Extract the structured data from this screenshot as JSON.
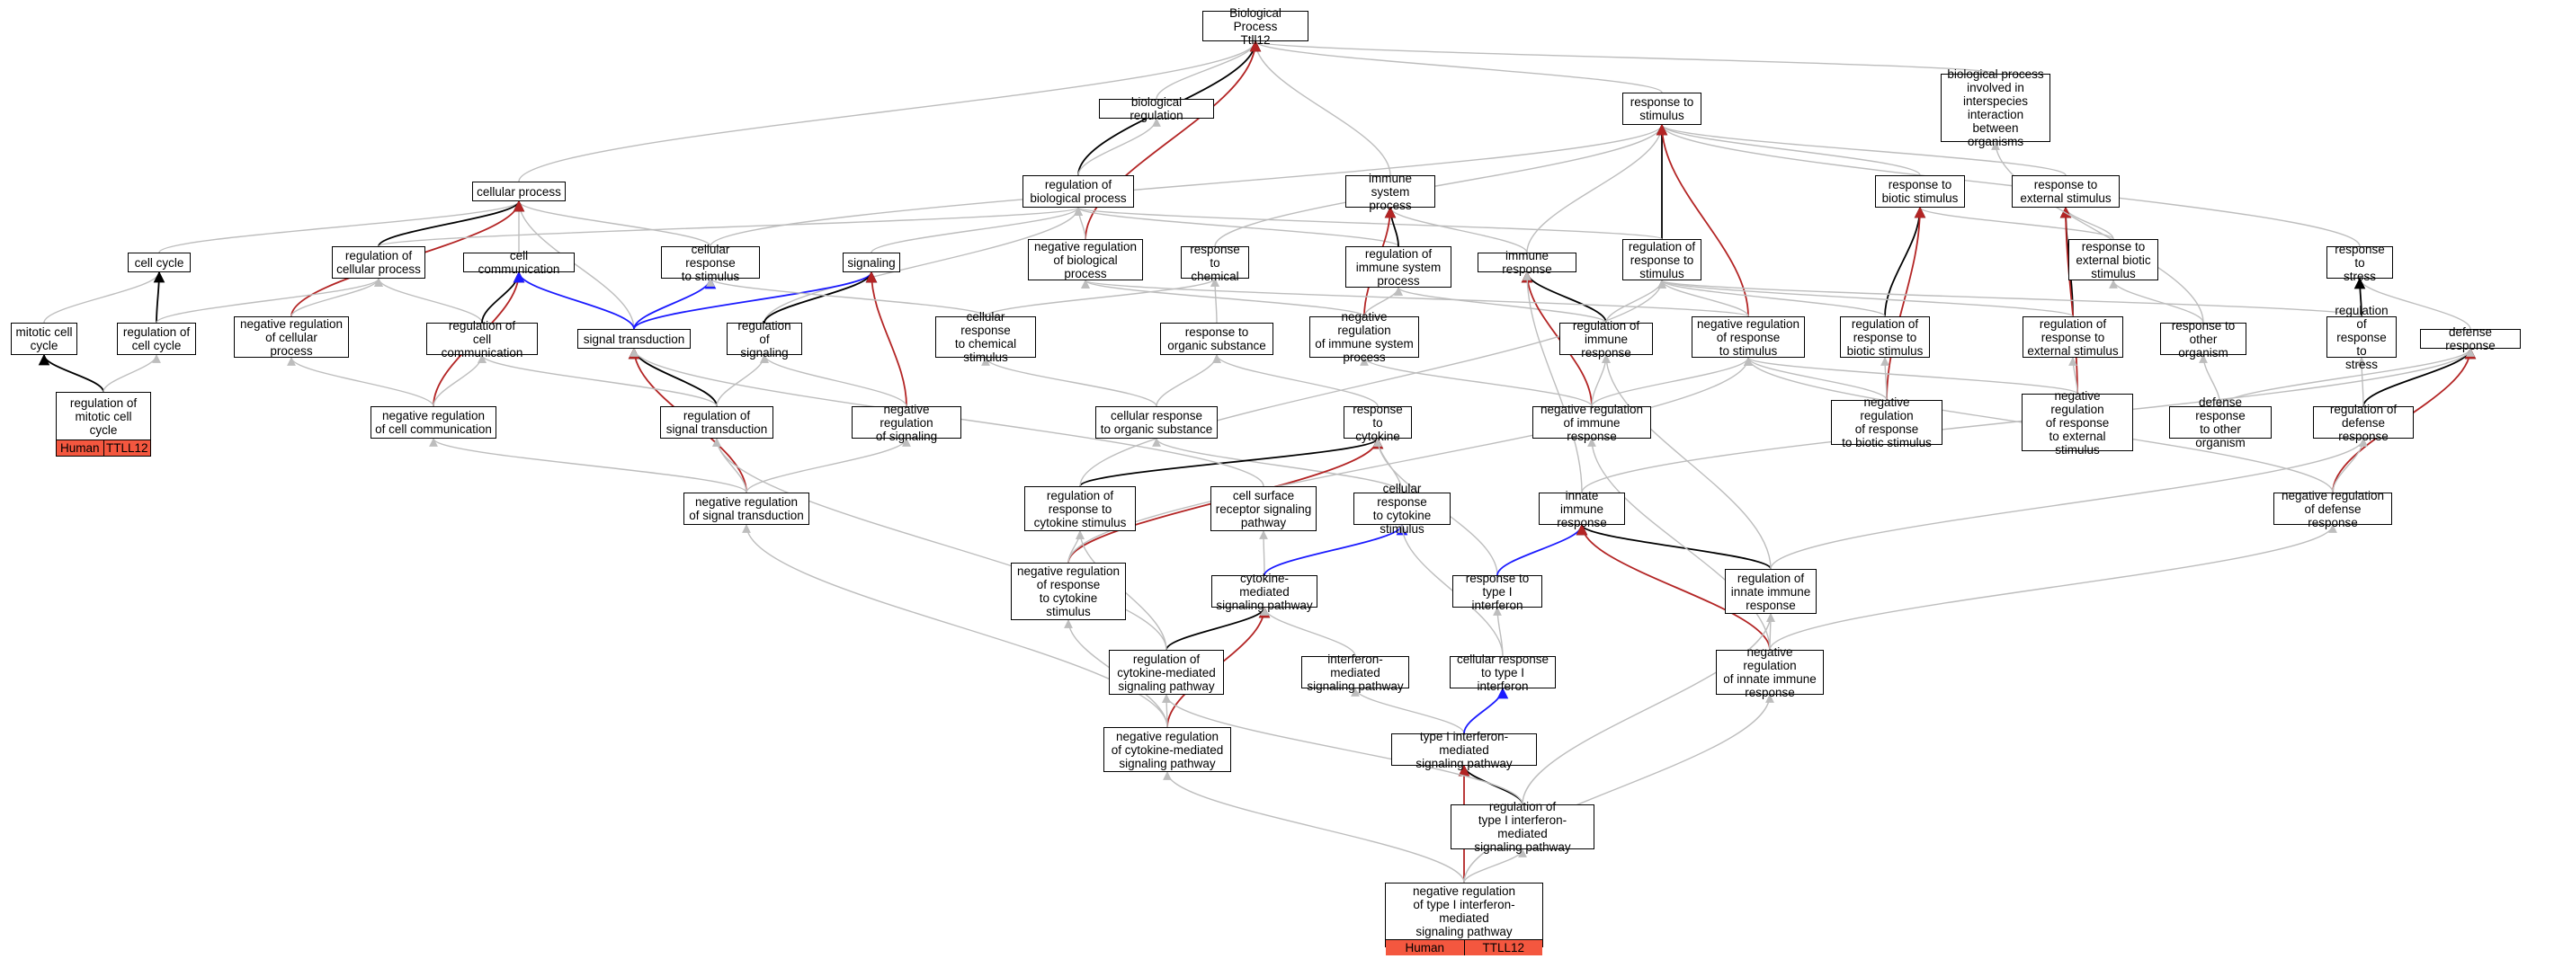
{
  "colors": {
    "is_a": "#bdbdbd",
    "part_of": "#000000",
    "regulates": "#000000",
    "positively_regulates": "#1a1aff",
    "negatively_regulates": "#b32424",
    "annotation_tag": "#f4573f"
  },
  "nodes": [
    {
      "id": "bp",
      "lines": [
        "Biological Process",
        "Ttll12"
      ]
    },
    {
      "id": "bioreg",
      "lines": [
        "biological regulation"
      ]
    },
    {
      "id": "rstim",
      "lines": [
        "response to",
        "stimulus"
      ]
    },
    {
      "id": "interspecies",
      "lines": [
        "biological process",
        "involved in",
        "interspecies",
        "interaction",
        "between organisms"
      ]
    },
    {
      "id": "cellproc",
      "lines": [
        "cellular process"
      ]
    },
    {
      "id": "regbio",
      "lines": [
        "regulation of",
        "biological process"
      ]
    },
    {
      "id": "immsys",
      "lines": [
        "immune system",
        "process"
      ]
    },
    {
      "id": "rbiotic",
      "lines": [
        "response to",
        "biotic stimulus"
      ]
    },
    {
      "id": "rext",
      "lines": [
        "response to",
        "external stimulus"
      ]
    },
    {
      "id": "cellcycle",
      "lines": [
        "cell cycle"
      ]
    },
    {
      "id": "regcellproc",
      "lines": [
        "regulation of",
        "cellular process"
      ]
    },
    {
      "id": "cellcomm",
      "lines": [
        "cell communication"
      ]
    },
    {
      "id": "cellrstim",
      "lines": [
        "cellular response",
        "to stimulus"
      ]
    },
    {
      "id": "signaling",
      "lines": [
        "signaling"
      ]
    },
    {
      "id": "negregbio",
      "lines": [
        "negative regulation",
        "of biological",
        "process"
      ]
    },
    {
      "id": "rchem",
      "lines": [
        "response to",
        "chemical"
      ]
    },
    {
      "id": "regimmsys",
      "lines": [
        "regulation of",
        "immune system",
        "process"
      ]
    },
    {
      "id": "immresp",
      "lines": [
        "immune response"
      ]
    },
    {
      "id": "regrstim",
      "lines": [
        "regulation of",
        "response to",
        "stimulus"
      ]
    },
    {
      "id": "rextbiotic",
      "lines": [
        "response to",
        "external biotic",
        "stimulus"
      ]
    },
    {
      "id": "rstress",
      "lines": [
        "response to",
        "stress"
      ]
    },
    {
      "id": "mitotic",
      "lines": [
        "mitotic cell",
        "cycle"
      ]
    },
    {
      "id": "regcellcycle",
      "lines": [
        "regulation of",
        "cell cycle"
      ]
    },
    {
      "id": "negregcellproc",
      "lines": [
        "negative regulation",
        "of cellular",
        "process"
      ]
    },
    {
      "id": "regcellcomm",
      "lines": [
        "regulation of",
        "cell communication"
      ]
    },
    {
      "id": "sigtrans",
      "lines": [
        "signal transduction"
      ]
    },
    {
      "id": "regsig",
      "lines": [
        "regulation of",
        "signaling"
      ]
    },
    {
      "id": "cellrchem",
      "lines": [
        "cellular response",
        "to chemical",
        "stimulus"
      ]
    },
    {
      "id": "rorgsub",
      "lines": [
        "response to",
        "organic substance"
      ]
    },
    {
      "id": "negregimmsys",
      "lines": [
        "negative regulation",
        "of immune system",
        "process"
      ]
    },
    {
      "id": "regimmresp",
      "lines": [
        "regulation of",
        "immune response"
      ]
    },
    {
      "id": "negregrstim",
      "lines": [
        "negative regulation",
        "of response",
        "to stimulus"
      ]
    },
    {
      "id": "regrbiotic",
      "lines": [
        "regulation of",
        "response to",
        "biotic stimulus"
      ]
    },
    {
      "id": "regrext",
      "lines": [
        "regulation of",
        "response to",
        "external stimulus"
      ]
    },
    {
      "id": "rotherorg",
      "lines": [
        "response to",
        "other organism"
      ]
    },
    {
      "id": "regrstress",
      "lines": [
        "regulation of",
        "response to",
        "stress"
      ]
    },
    {
      "id": "defresp",
      "lines": [
        "defense response"
      ]
    },
    {
      "id": "regmitotic",
      "lines": [
        "regulation of",
        "mitotic cell",
        "cycle"
      ],
      "tags": [
        "Human",
        "TTLL12"
      ]
    },
    {
      "id": "negregcellcomm",
      "lines": [
        "negative regulation",
        "of cell communication"
      ]
    },
    {
      "id": "regsigtrans",
      "lines": [
        "regulation of",
        "signal transduction"
      ]
    },
    {
      "id": "negregsig",
      "lines": [
        "negative regulation",
        "of signaling"
      ]
    },
    {
      "id": "cellrorgsub",
      "lines": [
        "cellular response",
        "to organic substance"
      ]
    },
    {
      "id": "rcytokine",
      "lines": [
        "response to",
        "cytokine"
      ]
    },
    {
      "id": "negregimmresp",
      "lines": [
        "negative regulation",
        "of immune response"
      ]
    },
    {
      "id": "negregrbiotic",
      "lines": [
        "negative regulation",
        "of response",
        "to biotic stimulus"
      ]
    },
    {
      "id": "negregrext",
      "lines": [
        "negative regulation",
        "of response",
        "to external",
        "stimulus"
      ]
    },
    {
      "id": "defrotherorg",
      "lines": [
        "defense response",
        "to other organism"
      ]
    },
    {
      "id": "regdefresp",
      "lines": [
        "regulation of",
        "defense response"
      ]
    },
    {
      "id": "negregsigtrans",
      "lines": [
        "negative regulation",
        "of signal transduction"
      ]
    },
    {
      "id": "regrcytokine",
      "lines": [
        "regulation of",
        "response to",
        "cytokine stimulus"
      ]
    },
    {
      "id": "cellsurface",
      "lines": [
        "cell surface",
        "receptor signaling",
        "pathway"
      ]
    },
    {
      "id": "cellrcytokine",
      "lines": [
        "cellular response",
        "to cytokine",
        "stimulus"
      ]
    },
    {
      "id": "innate",
      "lines": [
        "innate immune",
        "response"
      ]
    },
    {
      "id": "negregdefresp",
      "lines": [
        "negative regulation",
        "of defense response"
      ]
    },
    {
      "id": "negregrcytokine",
      "lines": [
        "negative regulation",
        "of response",
        "to cytokine",
        "stimulus"
      ]
    },
    {
      "id": "cytosig",
      "lines": [
        "cytokine-mediated",
        "signaling pathway"
      ]
    },
    {
      "id": "rtype1",
      "lines": [
        "response to",
        "type I interferon"
      ]
    },
    {
      "id": "reginnate",
      "lines": [
        "regulation of",
        "innate immune",
        "response"
      ]
    },
    {
      "id": "regcytosig",
      "lines": [
        "regulation of",
        "cytokine-mediated",
        "signaling pathway"
      ]
    },
    {
      "id": "ifnsig",
      "lines": [
        "interferon-mediated",
        "signaling pathway"
      ]
    },
    {
      "id": "cellrtype1",
      "lines": [
        "cellular response",
        "to type I interferon"
      ]
    },
    {
      "id": "negreginnate",
      "lines": [
        "negative regulation",
        "of innate immune",
        "response"
      ]
    },
    {
      "id": "negregcytosig",
      "lines": [
        "negative regulation",
        "of cytokine-mediated",
        "signaling pathway"
      ]
    },
    {
      "id": "type1sig",
      "lines": [
        "type I interferon-mediated",
        "signaling pathway"
      ]
    },
    {
      "id": "regtype1sig",
      "lines": [
        "regulation of",
        "type I interferon-mediated",
        "signaling pathway"
      ]
    },
    {
      "id": "negregtype1sig",
      "lines": [
        "negative regulation",
        "of type I interferon-mediated",
        "signaling pathway"
      ],
      "tags": [
        "Human",
        "TTLL12"
      ]
    }
  ],
  "edges": [
    [
      "bioreg",
      "bp",
      "is_a"
    ],
    [
      "rstim",
      "bp",
      "is_a"
    ],
    [
      "interspecies",
      "bp",
      "is_a"
    ],
    [
      "cellproc",
      "bp",
      "is_a"
    ],
    [
      "immsys",
      "bp",
      "is_a"
    ],
    [
      "regbio",
      "bp",
      "regulates"
    ],
    [
      "negregbio",
      "bp",
      "negatively_regulates"
    ],
    [
      "regbio",
      "bioreg",
      "is_a"
    ],
    [
      "rbiotic",
      "rstim",
      "is_a"
    ],
    [
      "rext",
      "rstim",
      "is_a"
    ],
    [
      "rchem",
      "rstim",
      "is_a"
    ],
    [
      "immresp",
      "rstim",
      "is_a"
    ],
    [
      "rstress",
      "rstim",
      "is_a"
    ],
    [
      "cellrstim",
      "rstim",
      "is_a"
    ],
    [
      "regrstim",
      "rstim",
      "regulates"
    ],
    [
      "negregrstim",
      "rstim",
      "negatively_regulates"
    ],
    [
      "cellcycle",
      "cellproc",
      "is_a"
    ],
    [
      "cellcomm",
      "cellproc",
      "is_a"
    ],
    [
      "cellrstim",
      "cellproc",
      "is_a"
    ],
    [
      "sigtrans",
      "cellproc",
      "is_a"
    ],
    [
      "regcellproc",
      "cellproc",
      "regulates"
    ],
    [
      "negregcellproc",
      "cellproc",
      "negatively_regulates"
    ],
    [
      "regcellproc",
      "regbio",
      "is_a"
    ],
    [
      "negregbio",
      "regbio",
      "is_a"
    ],
    [
      "regimmsys",
      "regbio",
      "is_a"
    ],
    [
      "regrstim",
      "regbio",
      "is_a"
    ],
    [
      "regsig",
      "regbio",
      "is_a"
    ],
    [
      "signaling",
      "regbio",
      "is_a"
    ],
    [
      "immresp",
      "immsys",
      "is_a"
    ],
    [
      "regimmsys",
      "immsys",
      "regulates"
    ],
    [
      "negregimmsys",
      "immsys",
      "negatively_regulates"
    ],
    [
      "rextbiotic",
      "rbiotic",
      "is_a"
    ],
    [
      "regrbiotic",
      "rbiotic",
      "regulates"
    ],
    [
      "negregrbiotic",
      "rbiotic",
      "negatively_regulates"
    ],
    [
      "rextbiotic",
      "rext",
      "is_a"
    ],
    [
      "regrext",
      "rext",
      "regulates"
    ],
    [
      "negregrext",
      "rext",
      "negatively_regulates"
    ],
    [
      "rotherorg",
      "interspecies",
      "is_a"
    ],
    [
      "rotherorg",
      "rextbiotic",
      "is_a"
    ],
    [
      "defresp",
      "rstress",
      "is_a"
    ],
    [
      "regrstress",
      "rstress",
      "regulates"
    ],
    [
      "mitotic",
      "cellcycle",
      "is_a"
    ],
    [
      "regcellcycle",
      "cellcycle",
      "regulates"
    ],
    [
      "regmitotic",
      "mitotic",
      "regulates"
    ],
    [
      "regmitotic",
      "regcellcycle",
      "is_a"
    ],
    [
      "regcellcycle",
      "regcellproc",
      "is_a"
    ],
    [
      "negregcellproc",
      "regcellproc",
      "is_a"
    ],
    [
      "regcellcomm",
      "regcellproc",
      "is_a"
    ],
    [
      "regcellcomm",
      "cellcomm",
      "regulates"
    ],
    [
      "negregcellcomm",
      "cellcomm",
      "negatively_regulates"
    ],
    [
      "sigtrans",
      "cellcomm",
      "positively_regulates"
    ],
    [
      "sigtrans",
      "cellrstim",
      "positively_regulates"
    ],
    [
      "sigtrans",
      "signaling",
      "positively_regulates"
    ],
    [
      "regsig",
      "signaling",
      "regulates"
    ],
    [
      "negregsig",
      "signaling",
      "negatively_regulates"
    ],
    [
      "regsigtrans",
      "sigtrans",
      "regulates"
    ],
    [
      "negregsigtrans",
      "sigtrans",
      "negatively_regulates"
    ],
    [
      "regsigtrans",
      "regsig",
      "is_a"
    ],
    [
      "negregsig",
      "regsig",
      "is_a"
    ],
    [
      "regsigtrans",
      "regcellcomm",
      "is_a"
    ],
    [
      "negregcellcomm",
      "regcellcomm",
      "is_a"
    ],
    [
      "negregcellcomm",
      "negregcellproc",
      "is_a"
    ],
    [
      "negregsigtrans",
      "regsigtrans",
      "is_a"
    ],
    [
      "negregsigtrans",
      "negregsig",
      "is_a"
    ],
    [
      "negregsigtrans",
      "negregcellcomm",
      "is_a"
    ],
    [
      "cellrchem",
      "rchem",
      "is_a"
    ],
    [
      "cellrchem",
      "cellrstim",
      "is_a"
    ],
    [
      "rorgsub",
      "rchem",
      "is_a"
    ],
    [
      "cellrorgsub",
      "rorgsub",
      "is_a"
    ],
    [
      "cellrorgsub",
      "cellrchem",
      "is_a"
    ],
    [
      "rcytokine",
      "rorgsub",
      "is_a"
    ],
    [
      "cellrcytokine",
      "rcytokine",
      "is_a"
    ],
    [
      "cellrcytokine",
      "cellrorgsub",
      "is_a"
    ],
    [
      "negregimmsys",
      "regimmsys",
      "is_a"
    ],
    [
      "negregimmsys",
      "negregbio",
      "is_a"
    ],
    [
      "regimmresp",
      "regimmsys",
      "is_a"
    ],
    [
      "regimmresp",
      "immresp",
      "regulates"
    ],
    [
      "negregimmresp",
      "immresp",
      "negatively_regulates"
    ],
    [
      "negregimmresp",
      "regimmresp",
      "is_a"
    ],
    [
      "negregimmresp",
      "negregimmsys",
      "is_a"
    ],
    [
      "negregimmresp",
      "negregrstim",
      "is_a"
    ],
    [
      "negregrstim",
      "regrstim",
      "is_a"
    ],
    [
      "negregrstim",
      "negregbio",
      "is_a"
    ],
    [
      "regimmresp",
      "regrstim",
      "is_a"
    ],
    [
      "regrbiotic",
      "regrstim",
      "is_a"
    ],
    [
      "regrext",
      "regrstim",
      "is_a"
    ],
    [
      "regrstress",
      "regrstim",
      "is_a"
    ],
    [
      "negregrbiotic",
      "regrbiotic",
      "is_a"
    ],
    [
      "negregrbiotic",
      "negregrstim",
      "is_a"
    ],
    [
      "negregrext",
      "regrext",
      "is_a"
    ],
    [
      "negregrext",
      "negregrstim",
      "is_a"
    ],
    [
      "defrotherorg",
      "rotherorg",
      "is_a"
    ],
    [
      "defrotherorg",
      "defresp",
      "is_a"
    ],
    [
      "regdefresp",
      "defresp",
      "regulates"
    ],
    [
      "negregdefresp",
      "defresp",
      "negatively_regulates"
    ],
    [
      "regdefresp",
      "regrstress",
      "is_a"
    ],
    [
      "negregdefresp",
      "regdefresp",
      "is_a"
    ],
    [
      "negregdefresp",
      "negregrstim",
      "is_a"
    ],
    [
      "regrcytokine",
      "rcytokine",
      "regulates"
    ],
    [
      "negregrcytokine",
      "rcytokine",
      "negatively_regulates"
    ],
    [
      "regrcytokine",
      "regrstim",
      "is_a"
    ],
    [
      "negregrcytokine",
      "regrcytokine",
      "is_a"
    ],
    [
      "negregrcytokine",
      "negregrstim",
      "is_a"
    ],
    [
      "cellsurface",
      "sigtrans",
      "is_a"
    ],
    [
      "cytosig",
      "cellsurface",
      "is_a"
    ],
    [
      "cytosig",
      "cellrcytokine",
      "positively_regulates"
    ],
    [
      "innate",
      "immresp",
      "is_a"
    ],
    [
      "innate",
      "defresp",
      "is_a"
    ],
    [
      "rtype1",
      "rcytokine",
      "is_a"
    ],
    [
      "cellrtype1",
      "rtype1",
      "is_a"
    ],
    [
      "cellrtype1",
      "cellrcytokine",
      "is_a"
    ],
    [
      "rtype1",
      "innate",
      "positively_regulates"
    ],
    [
      "reginnate",
      "innate",
      "regulates"
    ],
    [
      "negreginnate",
      "innate",
      "negatively_regulates"
    ],
    [
      "reginnate",
      "regimmresp",
      "is_a"
    ],
    [
      "reginnate",
      "regdefresp",
      "is_a"
    ],
    [
      "negreginnate",
      "reginnate",
      "is_a"
    ],
    [
      "negreginnate",
      "negregimmresp",
      "is_a"
    ],
    [
      "negreginnate",
      "negregdefresp",
      "is_a"
    ],
    [
      "regcytosig",
      "cytosig",
      "regulates"
    ],
    [
      "negregcytosig",
      "cytosig",
      "negatively_regulates"
    ],
    [
      "regcytosig",
      "regsigtrans",
      "is_a"
    ],
    [
      "regcytosig",
      "regrcytokine",
      "is_a"
    ],
    [
      "negregcytosig",
      "regcytosig",
      "is_a"
    ],
    [
      "negregcytosig",
      "negregrcytokine",
      "is_a"
    ],
    [
      "negregcytosig",
      "negregsigtrans",
      "is_a"
    ],
    [
      "ifnsig",
      "cytosig",
      "is_a"
    ],
    [
      "type1sig",
      "ifnsig",
      "is_a"
    ],
    [
      "type1sig",
      "cellrtype1",
      "positively_regulates"
    ],
    [
      "regtype1sig",
      "type1sig",
      "regulates"
    ],
    [
      "negregtype1sig",
      "type1sig",
      "negatively_regulates"
    ],
    [
      "regtype1sig",
      "regcytosig",
      "is_a"
    ],
    [
      "regtype1sig",
      "reginnate",
      "is_a"
    ],
    [
      "negregtype1sig",
      "regtype1sig",
      "is_a"
    ],
    [
      "negregtype1sig",
      "negregcytosig",
      "is_a"
    ],
    [
      "negregtype1sig",
      "negreginnate",
      "is_a"
    ]
  ]
}
